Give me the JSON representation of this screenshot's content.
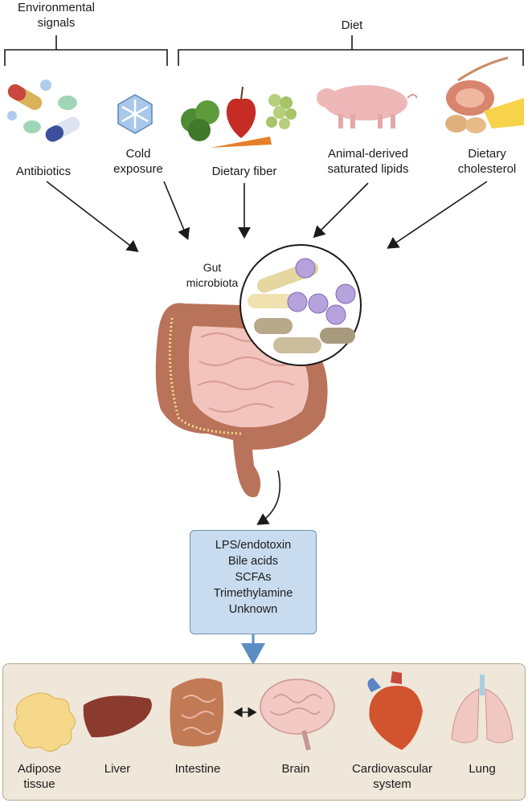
{
  "groups": {
    "environmental": "Environmental\nsignals",
    "diet": "Diet"
  },
  "inputs": {
    "antibiotics": "Antibiotics",
    "cold": "Cold\nexposure",
    "fiber": "Dietary fiber",
    "lipids": "Animal-derived\nsaturated lipids",
    "cholesterol": "Dietary\ncholesterol"
  },
  "microbiota_label": "Gut\nmicrobiota",
  "metabolites": [
    "LPS/endotoxin",
    "Bile acids",
    "SCFAs",
    "Trimethylamine",
    "Unknown"
  ],
  "organs": {
    "adipose": "Adipose\ntissue",
    "liver": "Liver",
    "intestine": "Intestine",
    "brain": "Brain",
    "cardio": "Cardiovascular\nsystem",
    "lung": "Lung"
  },
  "colors": {
    "box_fill": "#c9dcef",
    "box_border": "#6e8fb3",
    "panel_fill": "#efe7da",
    "down_arrow": "#5b8cc4",
    "gut": "#b8735a"
  }
}
